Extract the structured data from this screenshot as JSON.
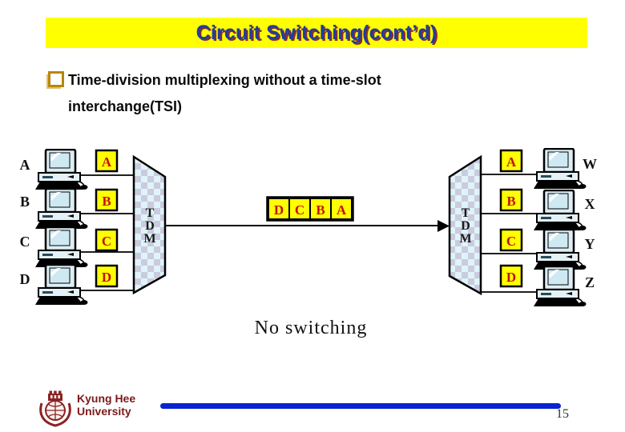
{
  "title": "Circuit Switching(cont’d)",
  "bullet": {
    "line1": "Time-division multiplexing without a time-slot",
    "line2": "interchange(TSI)"
  },
  "diagram": {
    "left_stations": [
      {
        "station": "A",
        "slot": "A"
      },
      {
        "station": "B",
        "slot": "B"
      },
      {
        "station": "C",
        "slot": "C"
      },
      {
        "station": "D",
        "slot": "D"
      }
    ],
    "right_stations": [
      {
        "station": "W",
        "slot": "A"
      },
      {
        "station": "X",
        "slot": "B"
      },
      {
        "station": "Y",
        "slot": "C"
      },
      {
        "station": "Z",
        "slot": "D"
      }
    ],
    "mux_letters": [
      "T",
      "D",
      "M"
    ],
    "demux_letters": [
      "T",
      "D",
      "M"
    ],
    "frame_slots": [
      "D",
      "C",
      "B",
      "A"
    ],
    "caption": "No switching"
  },
  "footer": {
    "line1": "Kyung Hee",
    "line2": "University",
    "page_number": "15"
  },
  "icons": {
    "bullet": "square-bullet-icon",
    "arrow": "right-arrowhead-icon",
    "computer": "desktop-computer-icon",
    "logo": "kyung-hee-crest-icon"
  },
  "colors": {
    "title_bg": "#FFFF00",
    "title_text": "#1E3EA0",
    "title_shadow": "#8B2B2B",
    "slot_fill": "#FFFF00",
    "slot_letter": "#C41111",
    "mux_fill_base": "#DFF4F8",
    "mux_fill_check": "#CBCBDF",
    "footer_text": "#7C1A1A",
    "footer_bar": "#0A23D0"
  }
}
